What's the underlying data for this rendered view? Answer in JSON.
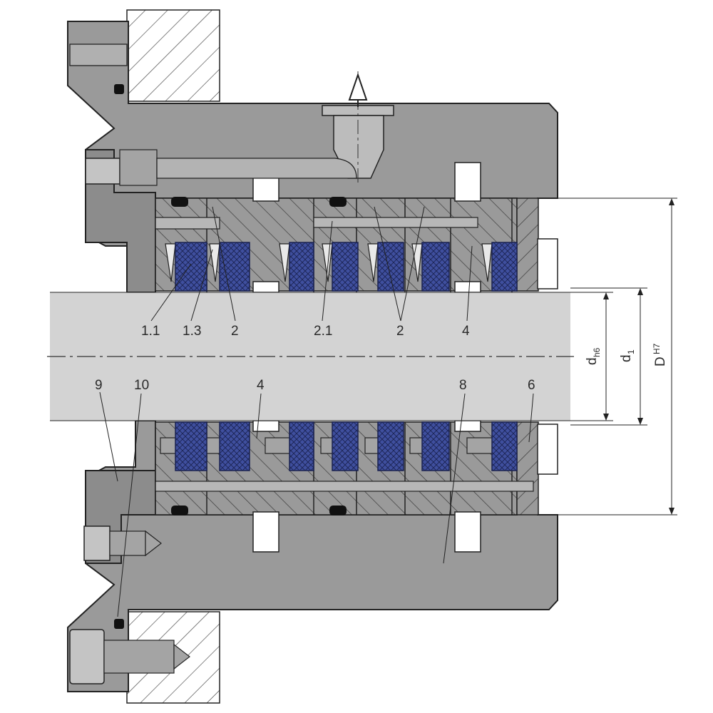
{
  "part_labels": {
    "p1_1": "1.1",
    "p1_3": "1.3",
    "p2a": "2",
    "p2_1": "2.1",
    "p2b": "2",
    "p4top": "4",
    "p9": "9",
    "p10": "10",
    "p4bot": "4",
    "p8": "8",
    "p6": "6"
  },
  "dimensions": {
    "d_h6": "d",
    "d_h6_sub": "h6",
    "d_1": "d",
    "d_1_sub": "1",
    "D_H7": "D",
    "D_H7_sup": "H7"
  },
  "colors": {
    "seal_fill": "#3f4f9e",
    "seal_line": "#1b2352",
    "body_fill": "#9a9a9a",
    "shaft_fill": "#d3d3d3"
  }
}
